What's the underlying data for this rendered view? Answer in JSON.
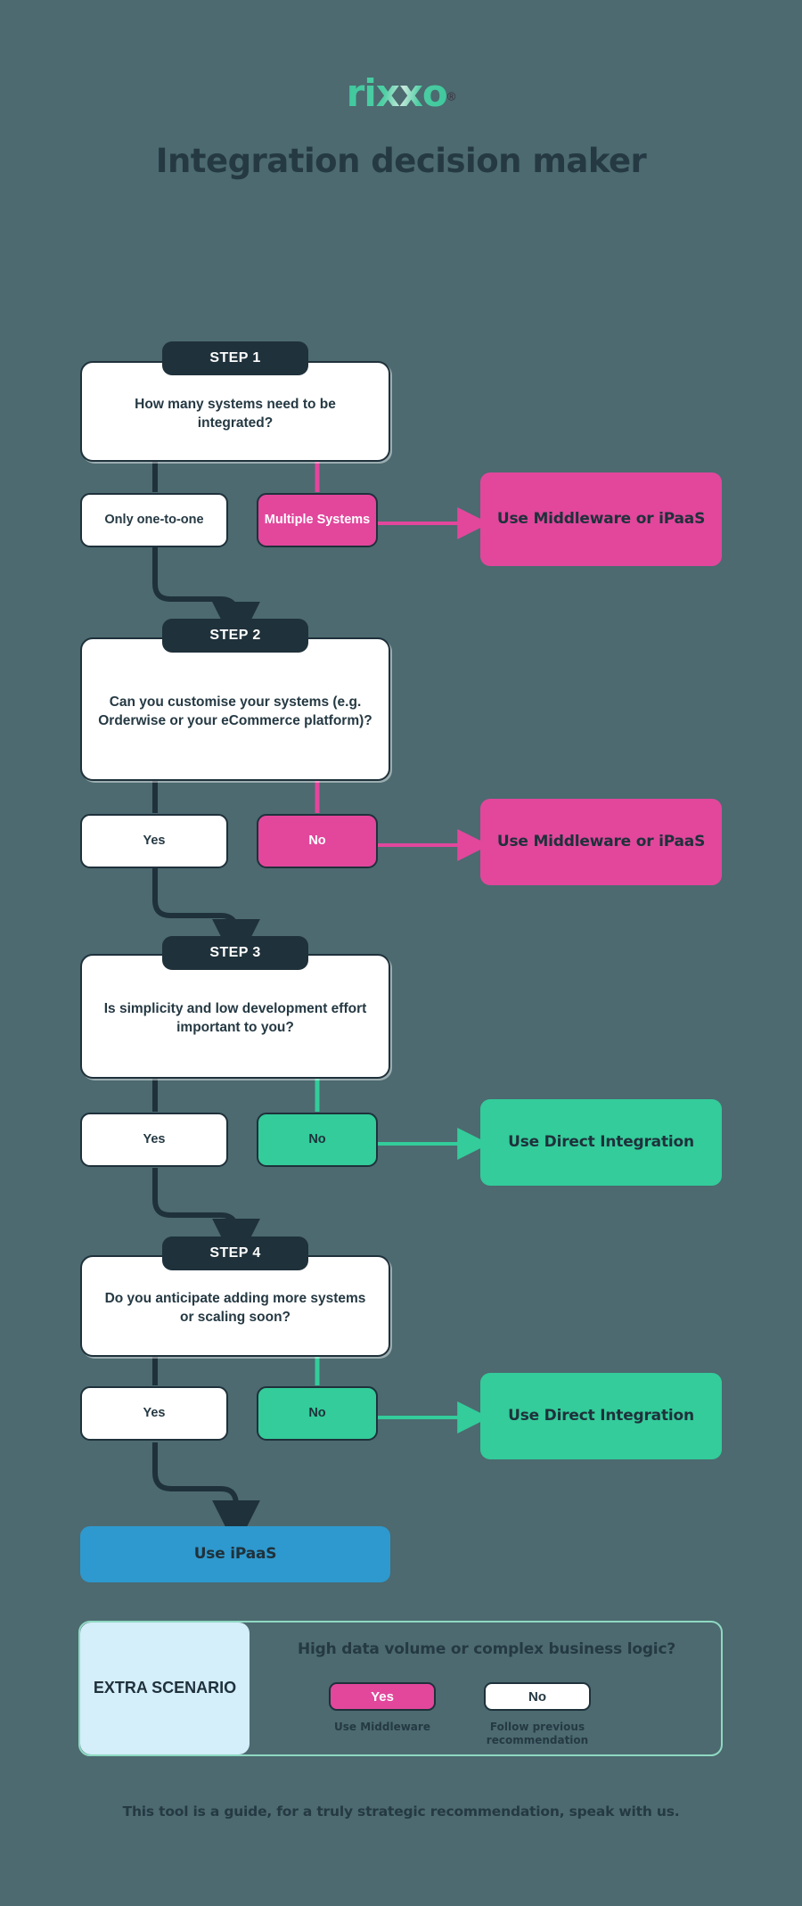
{
  "header": {
    "logo": "rixxo",
    "logo_trademark": "®",
    "title": "Integration decision maker"
  },
  "steps": [
    {
      "badge": "STEP 1",
      "question": "How many systems need to be integrated?",
      "answer_continue": "Only one-to-one",
      "answer_branch": "Multiple Systems",
      "branch_color": "#e2479c",
      "result": "Use Middleware or iPaaS",
      "result_color": "#e2479c"
    },
    {
      "badge": "STEP 2",
      "question": "Can you customise your systems (e.g. Orderwise or your eCommerce platform)?",
      "answer_continue": "Yes",
      "answer_branch": "No",
      "branch_color": "#e2479c",
      "result": "Use Middleware or iPaaS",
      "result_color": "#e2479c"
    },
    {
      "badge": "STEP 3",
      "question": "Is simplicity and low development effort important to you?",
      "answer_continue": "Yes",
      "answer_branch": "No",
      "branch_color": "#33cc9a",
      "result": "Use Direct Integration",
      "result_color": "#33cc9a"
    },
    {
      "badge": "STEP 4",
      "question": "Do you anticipate adding more systems or scaling soon?",
      "answer_continue": "Yes",
      "answer_branch": "No",
      "branch_color": "#33cc9a",
      "result": "Use Direct Integration",
      "result_color": "#33cc9a"
    }
  ],
  "final_outcome": {
    "label": "Use iPaaS",
    "color": "#2e99ce"
  },
  "extra": {
    "label": "EXTRA SCENARIO",
    "question": "High data volume or complex business logic?",
    "yes_label": "Yes",
    "no_label": "No",
    "yes_caption": "Use Middleware",
    "no_caption": "Follow previous recommendation"
  },
  "footer": {
    "text": "This tool is a guide, for a truly strategic recommendation, speak with us."
  },
  "theme": {
    "background": "#4c6a70",
    "dark": "#1f313b",
    "pink": "#e2479c",
    "green": "#33cc9a",
    "blue": "#2e99ce",
    "light_blue": "#d4eefa",
    "logo_green": "#3fc79c"
  }
}
